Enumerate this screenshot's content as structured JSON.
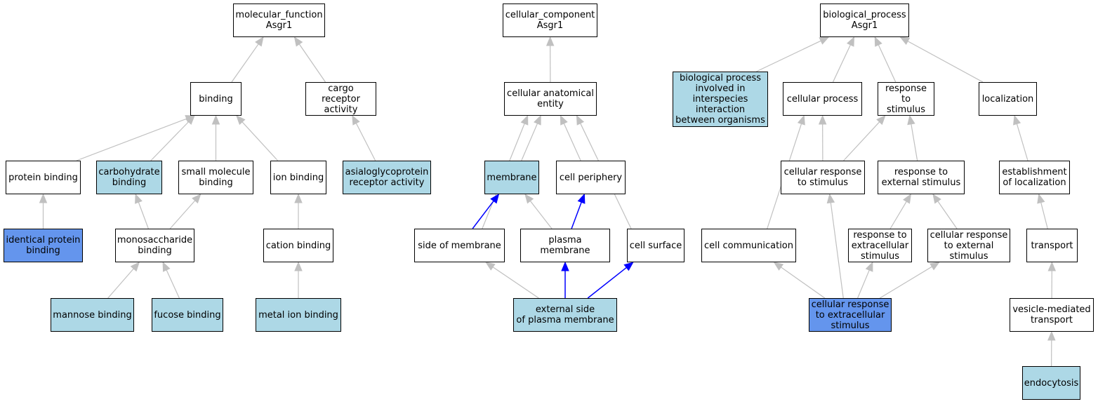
{
  "nodes": [
    {
      "id": "mf",
      "label": "molecular_function\nAsgr1",
      "fill": "#ffffff"
    },
    {
      "id": "binding",
      "label": "binding",
      "fill": "#ffffff"
    },
    {
      "id": "cargo",
      "label": "cargo receptor\nactivity",
      "fill": "#ffffff"
    },
    {
      "id": "protbind",
      "label": "protein binding",
      "fill": "#ffffff"
    },
    {
      "id": "carbo",
      "label": "carbohydrate\nbinding",
      "fill": "#add8e6"
    },
    {
      "id": "smallmol",
      "label": "small molecule\nbinding",
      "fill": "#ffffff"
    },
    {
      "id": "ionbind",
      "label": "ion binding",
      "fill": "#ffffff"
    },
    {
      "id": "asialo",
      "label": "asialoglycoprotein\nreceptor activity",
      "fill": "#add8e6"
    },
    {
      "id": "identprot",
      "label": "identical protein\nbinding",
      "fill": "#6495ed"
    },
    {
      "id": "monosacc",
      "label": "monosaccharide\nbinding",
      "fill": "#ffffff"
    },
    {
      "id": "cation",
      "label": "cation binding",
      "fill": "#ffffff"
    },
    {
      "id": "mannose",
      "label": "mannose binding",
      "fill": "#add8e6"
    },
    {
      "id": "fucose",
      "label": "fucose binding",
      "fill": "#add8e6"
    },
    {
      "id": "metalion",
      "label": "metal ion binding",
      "fill": "#add8e6"
    },
    {
      "id": "cc",
      "label": "cellular_component\nAsgr1",
      "fill": "#ffffff"
    },
    {
      "id": "cae",
      "label": "cellular anatomical\nentity",
      "fill": "#ffffff"
    },
    {
      "id": "membrane",
      "label": "membrane",
      "fill": "#add8e6"
    },
    {
      "id": "cellperiph",
      "label": "cell periphery",
      "fill": "#ffffff"
    },
    {
      "id": "sidemem",
      "label": "side of membrane",
      "fill": "#ffffff"
    },
    {
      "id": "plasmamem",
      "label": "plasma membrane",
      "fill": "#ffffff"
    },
    {
      "id": "cellsurf",
      "label": "cell surface",
      "fill": "#ffffff"
    },
    {
      "id": "extside",
      "label": "external side\nof plasma membrane",
      "fill": "#add8e6"
    },
    {
      "id": "bp",
      "label": "biological_process\nAsgr1",
      "fill": "#ffffff"
    },
    {
      "id": "bpinter",
      "label": "biological process\ninvolved in\ninterspecies\ninteraction\nbetween organisms",
      "fill": "#add8e6"
    },
    {
      "id": "cellproc",
      "label": "cellular process",
      "fill": "#ffffff"
    },
    {
      "id": "respstim",
      "label": "response to\nstimulus",
      "fill": "#ffffff"
    },
    {
      "id": "localiz",
      "label": "localization",
      "fill": "#ffffff"
    },
    {
      "id": "cellresp",
      "label": "cellular response\nto stimulus",
      "fill": "#ffffff"
    },
    {
      "id": "respext",
      "label": "response to\nexternal stimulus",
      "fill": "#ffffff"
    },
    {
      "id": "estloc",
      "label": "establishment\nof localization",
      "fill": "#ffffff"
    },
    {
      "id": "cellcomm",
      "label": "cell communication",
      "fill": "#ffffff"
    },
    {
      "id": "respextra",
      "label": "response to\nextracellular\nstimulus",
      "fill": "#ffffff"
    },
    {
      "id": "cellrespext",
      "label": "cellular response\nto external\nstimulus",
      "fill": "#ffffff"
    },
    {
      "id": "transport",
      "label": "transport",
      "fill": "#ffffff"
    },
    {
      "id": "cellrespextra",
      "label": "cellular response\nto extracellular\nstimulus",
      "fill": "#6495ed"
    },
    {
      "id": "vesicle",
      "label": "vesicle-mediated\ntransport",
      "fill": "#ffffff"
    },
    {
      "id": "endo",
      "label": "endocytosis",
      "fill": "#add8e6"
    }
  ],
  "edges": [
    {
      "from": "binding",
      "to": "mf",
      "color": "#c0c0c0"
    },
    {
      "from": "cargo",
      "to": "mf",
      "color": "#c0c0c0"
    },
    {
      "from": "protbind",
      "to": "binding",
      "color": "#c0c0c0"
    },
    {
      "from": "carbo",
      "to": "binding",
      "color": "#c0c0c0"
    },
    {
      "from": "smallmol",
      "to": "binding",
      "color": "#c0c0c0"
    },
    {
      "from": "ionbind",
      "to": "binding",
      "color": "#c0c0c0"
    },
    {
      "from": "asialo",
      "to": "cargo",
      "color": "#c0c0c0"
    },
    {
      "from": "identprot",
      "to": "protbind",
      "color": "#c0c0c0"
    },
    {
      "from": "monosacc",
      "to": "carbo",
      "color": "#c0c0c0"
    },
    {
      "from": "monosacc",
      "to": "smallmol",
      "color": "#c0c0c0"
    },
    {
      "from": "cation",
      "to": "ionbind",
      "color": "#c0c0c0"
    },
    {
      "from": "mannose",
      "to": "monosacc",
      "color": "#c0c0c0"
    },
    {
      "from": "fucose",
      "to": "monosacc",
      "color": "#c0c0c0"
    },
    {
      "from": "metalion",
      "to": "cation",
      "color": "#c0c0c0"
    },
    {
      "from": "cae",
      "to": "cc",
      "color": "#c0c0c0"
    },
    {
      "from": "membrane",
      "to": "cae",
      "color": "#c0c0c0"
    },
    {
      "from": "cellperiph",
      "to": "cae",
      "color": "#c0c0c0"
    },
    {
      "from": "sidemem",
      "to": "cae",
      "color": "#c0c0c0"
    },
    {
      "from": "cellsurf",
      "to": "cae",
      "color": "#c0c0c0"
    },
    {
      "from": "sidemem",
      "to": "membrane",
      "color": "#0000ff"
    },
    {
      "from": "plasmamem",
      "to": "membrane",
      "color": "#c0c0c0"
    },
    {
      "from": "plasmamem",
      "to": "cellperiph",
      "color": "#0000ff"
    },
    {
      "from": "extside",
      "to": "sidemem",
      "color": "#c0c0c0"
    },
    {
      "from": "extside",
      "to": "plasmamem",
      "color": "#0000ff"
    },
    {
      "from": "extside",
      "to": "cellsurf",
      "color": "#0000ff"
    },
    {
      "from": "bpinter",
      "to": "bp",
      "color": "#c0c0c0"
    },
    {
      "from": "cellproc",
      "to": "bp",
      "color": "#c0c0c0"
    },
    {
      "from": "respstim",
      "to": "bp",
      "color": "#c0c0c0"
    },
    {
      "from": "localiz",
      "to": "bp",
      "color": "#c0c0c0"
    },
    {
      "from": "cellresp",
      "to": "cellproc",
      "color": "#c0c0c0"
    },
    {
      "from": "cellresp",
      "to": "respstim",
      "color": "#c0c0c0"
    },
    {
      "from": "respext",
      "to": "respstim",
      "color": "#c0c0c0"
    },
    {
      "from": "estloc",
      "to": "localiz",
      "color": "#c0c0c0"
    },
    {
      "from": "cellcomm",
      "to": "cellproc",
      "color": "#c0c0c0"
    },
    {
      "from": "respextra",
      "to": "respext",
      "color": "#c0c0c0"
    },
    {
      "from": "cellrespext",
      "to": "respext",
      "color": "#c0c0c0"
    },
    {
      "from": "transport",
      "to": "estloc",
      "color": "#c0c0c0"
    },
    {
      "from": "cellrespextra",
      "to": "cellcomm",
      "color": "#c0c0c0"
    },
    {
      "from": "cellrespextra",
      "to": "cellresp",
      "color": "#c0c0c0"
    },
    {
      "from": "cellrespextra",
      "to": "respextra",
      "color": "#c0c0c0"
    },
    {
      "from": "cellrespextra",
      "to": "cellrespext",
      "color": "#c0c0c0"
    },
    {
      "from": "vesicle",
      "to": "transport",
      "color": "#c0c0c0"
    },
    {
      "from": "endo",
      "to": "vesicle",
      "color": "#c0c0c0"
    }
  ]
}
